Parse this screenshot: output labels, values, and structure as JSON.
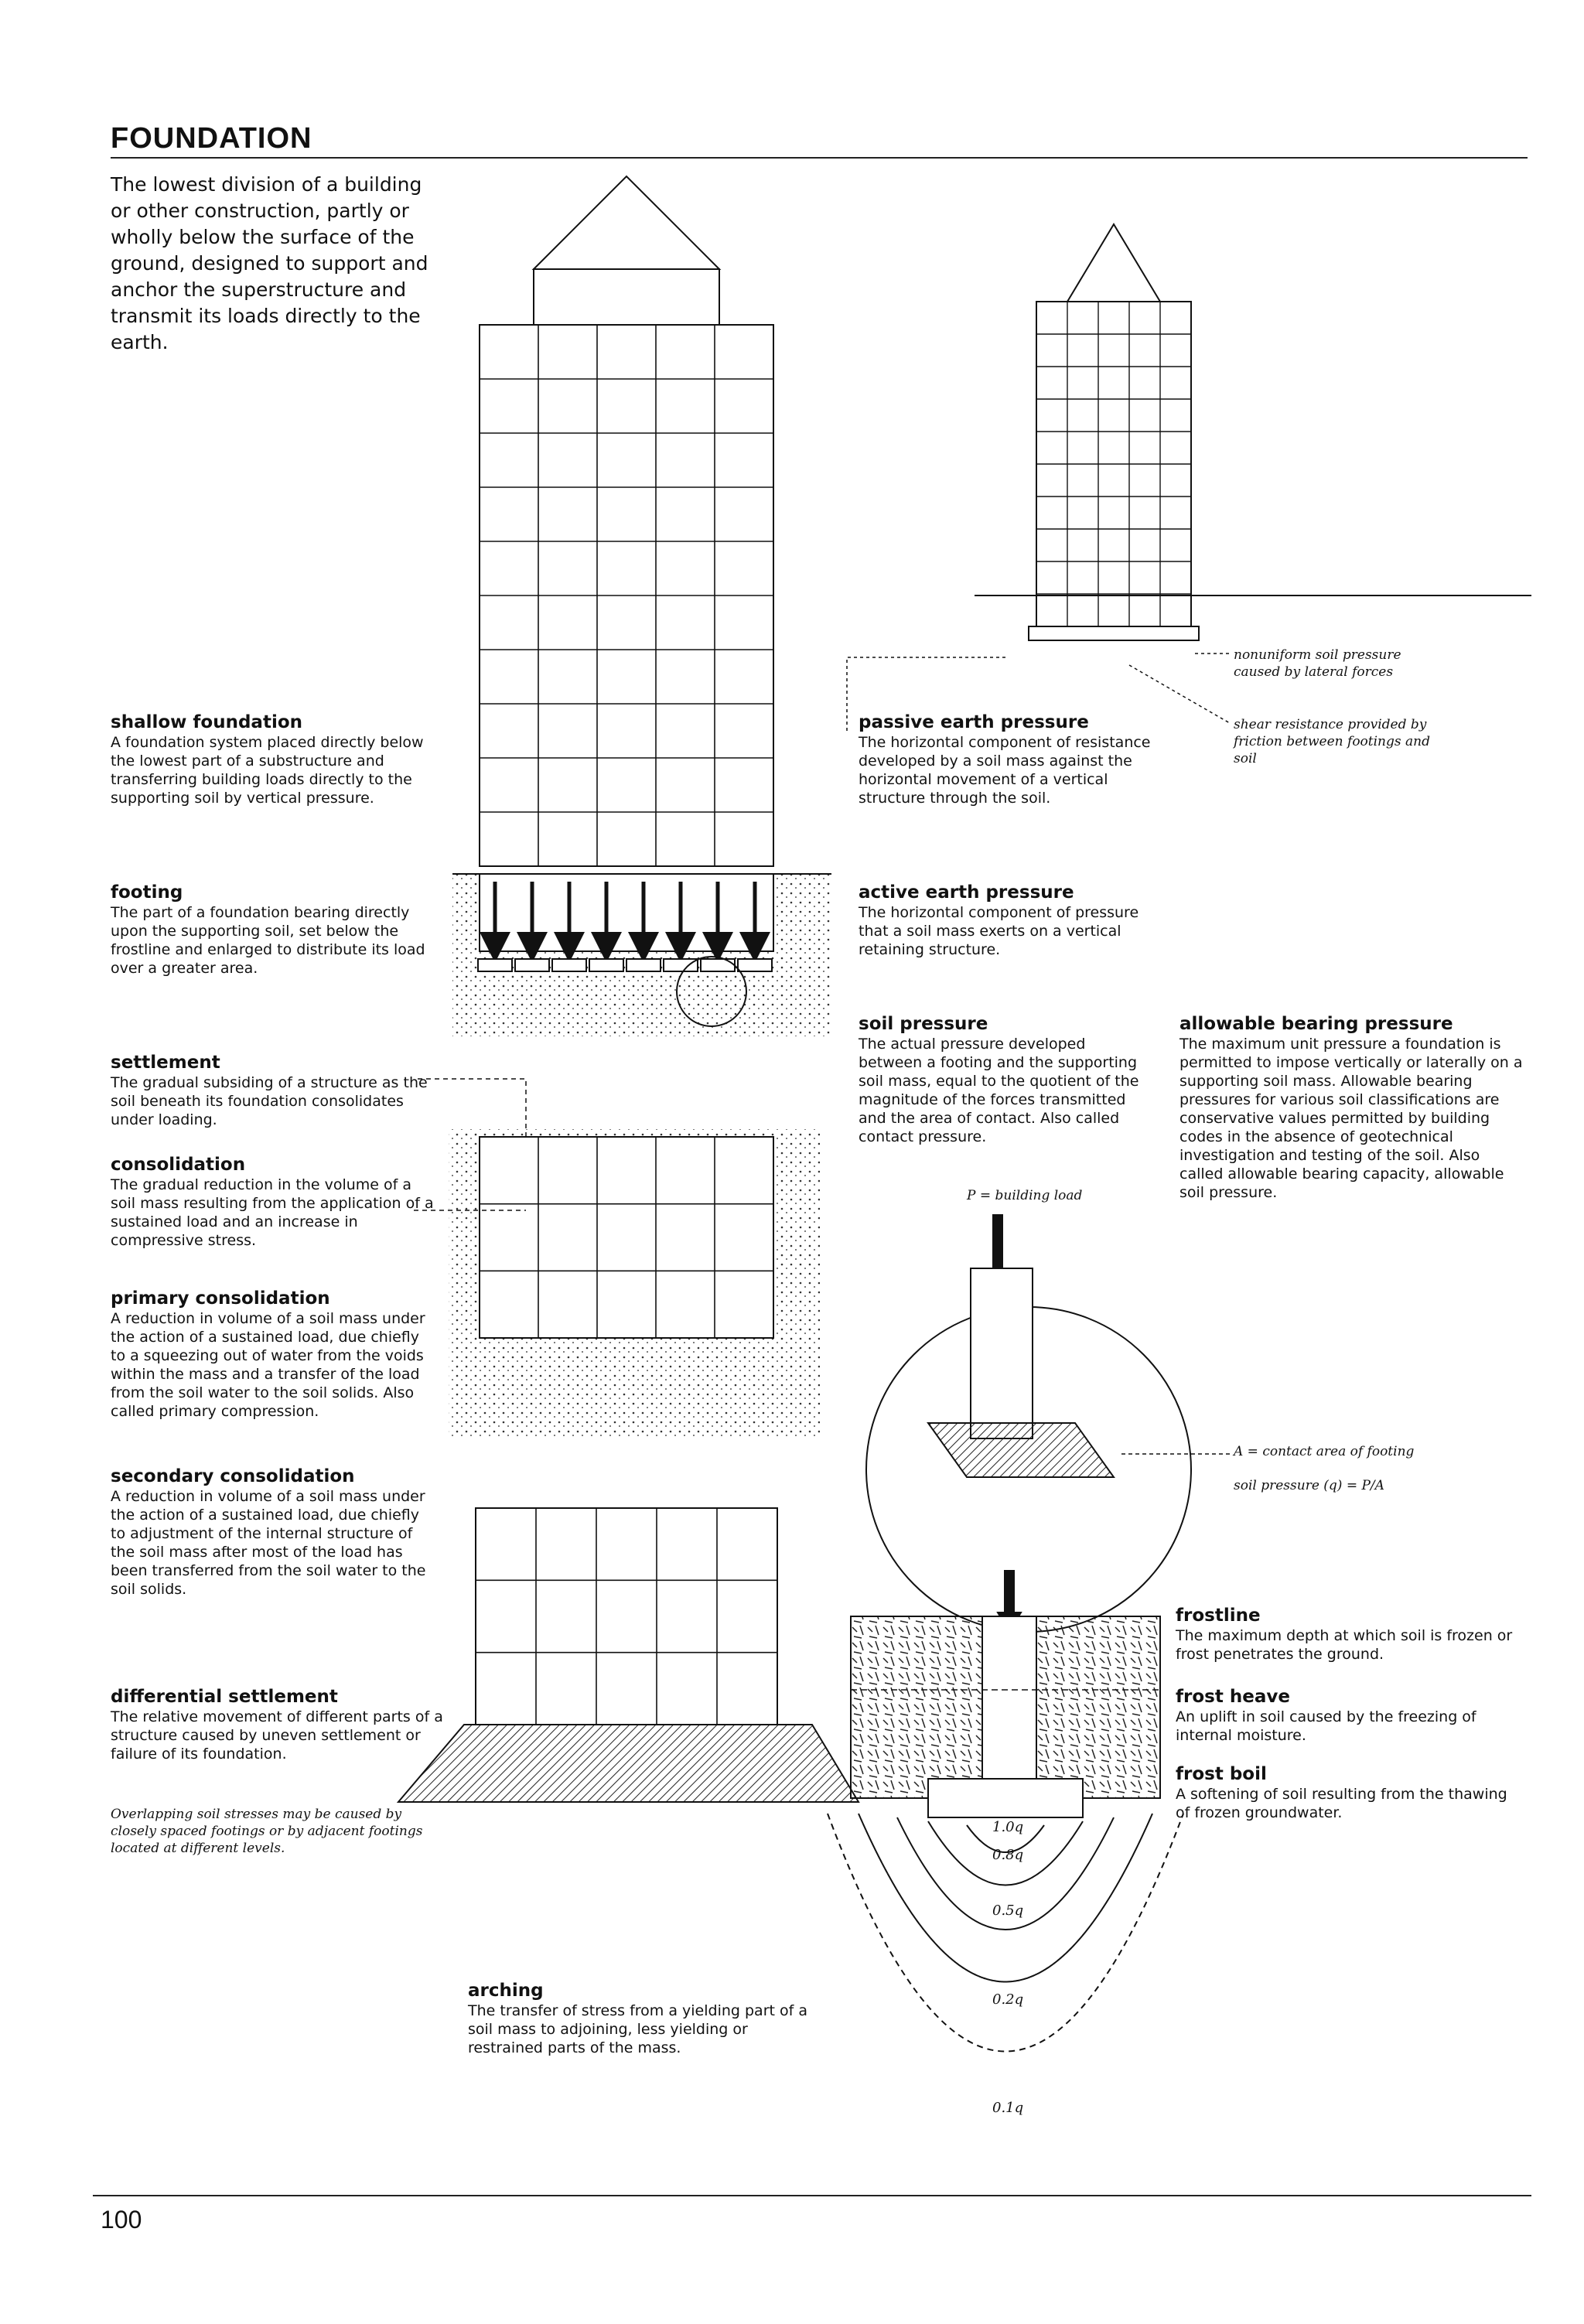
{
  "page": {
    "title": "FOUNDATION",
    "intro": "The lowest division of a building or other construction, partly or wholly below the surface of the ground, designed to support and anchor the superstructure and transmit its loads directly to the earth.",
    "page_number": "100"
  },
  "entries": {
    "shallow_foundation": {
      "term": "shallow foundation",
      "def": "A foundation system placed directly below the lowest part of a substructure and transferring building loads directly to the supporting soil by vertical pressure."
    },
    "footing": {
      "term": "footing",
      "def": "The part of a foundation bearing directly upon the supporting soil, set below the frostline and enlarged to distribute its load over a greater area."
    },
    "settlement": {
      "term": "settlement",
      "def": "The gradual subsiding of a structure as the soil beneath its foundation consolidates under loading."
    },
    "consolidation": {
      "term": "consolidation",
      "def": "The gradual reduction in the volume of a soil mass resulting from the application of a sustained load and an increase in compressive stress."
    },
    "primary_consolidation": {
      "term": "primary consolidation",
      "def": "A reduction in volume of a soil mass under the action of a sustained load, due chiefly to a squeezing out of water from the voids within the mass and a transfer of the load from the soil water to the soil solids. Also called primary compression."
    },
    "secondary_consolidation": {
      "term": "secondary consolidation",
      "def": "A reduction in volume of a soil mass under the action of a sustained load, due chiefly to adjustment of the internal structure of the soil mass after most of the load has been transferred from the soil water to the soil solids."
    },
    "differential_settlement": {
      "term": "differential settlement",
      "def": "The relative movement of different parts of a structure caused by uneven settlement or failure of its foundation."
    },
    "arching": {
      "term": "arching",
      "def": "The transfer of stress from a yielding part of a soil mass to adjoining, less yielding or restrained parts of the mass."
    },
    "passive_earth_pressure": {
      "term": "passive earth pressure",
      "def": "The horizontal component of resistance developed by a soil mass against the horizontal movement of a vertical structure through the soil."
    },
    "active_earth_pressure": {
      "term": "active earth pressure",
      "def": "The horizontal component of pressure that a soil mass exerts on a vertical retaining structure."
    },
    "soil_pressure": {
      "term": "soil pressure",
      "def": "The actual pressure developed between a footing and the supporting soil mass, equal to the quotient of the magnitude of the forces transmitted and the area of contact. Also called contact pressure."
    },
    "allowable_bearing_pressure": {
      "term": "allowable bearing pressure",
      "def": "The maximum unit pressure a foundation is permitted to impose vertically or laterally on a supporting soil mass. Allowable bearing pressures for various soil classifications are conservative values permitted by building codes in the absence of geotechnical investigation and testing of the soil. Also called allowable bearing capacity, allowable soil pressure."
    },
    "frostline": {
      "term": "frostline",
      "def": "The maximum depth at which soil is frozen or frost penetrates the ground."
    },
    "frost_heave": {
      "term": "frost heave",
      "def": "An uplift in soil caused by the freezing of internal moisture."
    },
    "frost_boil": {
      "term": "frost boil",
      "def": "A softening of soil resulting from the thawing of frozen groundwater."
    }
  },
  "notes": {
    "nonuniform": "nonuniform soil pressure caused by lateral forces",
    "shear": "shear resistance provided by friction between footings and soil",
    "overlapping": "Overlapping soil stresses may be caused by closely spaced footings or by adjacent footings located at different levels.",
    "building_load": "P = building load",
    "contact_area": "A = contact area of footing",
    "soil_pressure_eq": "soil pressure (q) = P/A"
  },
  "bulb_labels": [
    "1.0q",
    "0.8q",
    "0.5q",
    "0.2q",
    "0.1q"
  ]
}
